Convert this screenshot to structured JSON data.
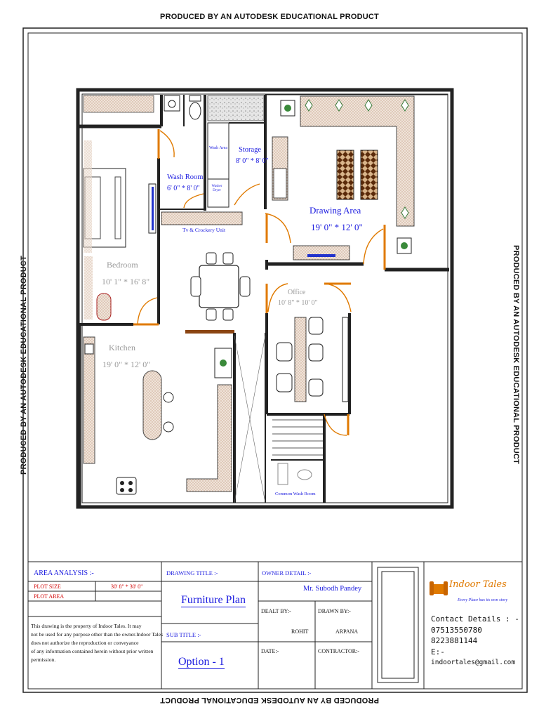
{
  "watermark": "PRODUCED BY AN AUTODESK EDUCATIONAL PRODUCT",
  "rooms": {
    "wash_area": "Wash Area",
    "storage": "Storage",
    "storage_size": "8' 0\" * 8' 0\"",
    "wash_room": "Wash Room",
    "wash_room_size": "6' 0\" * 8' 0\"",
    "washer_dryer": "Washer Dryer",
    "tv_unit": "Tv & Crockery Unit",
    "drawing_area": "Drawing Area",
    "drawing_area_size": "19' 0\" * 12' 0\"",
    "bedroom": "Bedroom",
    "bedroom_size": "10' 1\" * 16' 8\"",
    "office": "Office",
    "office_size": "10' 8\" * 10' 0\"",
    "kitchen": "Kitchen",
    "kitchen_size": "19' 0\" * 12' 0\"",
    "common_wash_room": "Common Wash Room"
  },
  "title_block": {
    "area_analysis": "AREA ANALYSIS :-",
    "plot_size_label": "PLOT SIZE",
    "plot_size_value": "30' 8\" * 30' 0\"",
    "plot_area_label": "PLOT AREA",
    "disclaimer": [
      "This drawing is the property of Indoor Tales. It may",
      "not be used for any purpose other than the owner.Indoor Tales",
      "does not authorize the reproduction or conveyance",
      "of any information contained herein without prior written",
      "permission."
    ],
    "drawing_title_label": "DRAWING TITLE :-",
    "drawing_title": "Furniture Plan",
    "sub_title_label": "SUB TITLE :-",
    "sub_title": "Option - 1",
    "owner_label": "OWNER DETAIL :-",
    "owner_name": "Mr. Subodh Pandey",
    "dealt_by_label": "DEALT BY:-",
    "dealt_by": "ROHIT",
    "drawn_by_label": "DRAWN BY:-",
    "drawn_by": "ARPANA",
    "date_label": "DATE:-",
    "contractor_label": "CONTRACTOR:-",
    "brand_name": "Indoor Tales",
    "brand_tagline": "Every Place has its own story",
    "contact_label": "Contact Details : -",
    "phone1": "07513550780",
    "phone2": "8223881144",
    "email_label": "E:-",
    "email": "indoortales@gmail.com"
  },
  "colors": {
    "wall": "#222222",
    "door": "#e07a00",
    "label": "#1a1adf",
    "faded": "#9a9a9a",
    "hatch": "#c9a58a",
    "rug": "#8b4513"
  }
}
